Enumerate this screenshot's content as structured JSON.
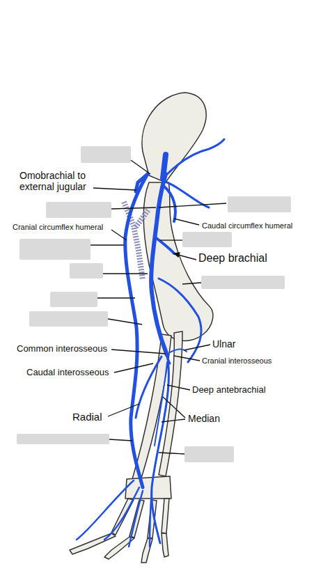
{
  "diagram": {
    "labels": [
      "Omobrachial to external jugular",
      "Cranial circumflex humeral",
      "Caudal circumflex humeral",
      "Deep brachial",
      "Ulnar",
      "Common interosseous",
      "Cranial interosseous",
      "Caudal interosseous",
      "Deep antebrachial",
      "Radial",
      "Median"
    ]
  }
}
